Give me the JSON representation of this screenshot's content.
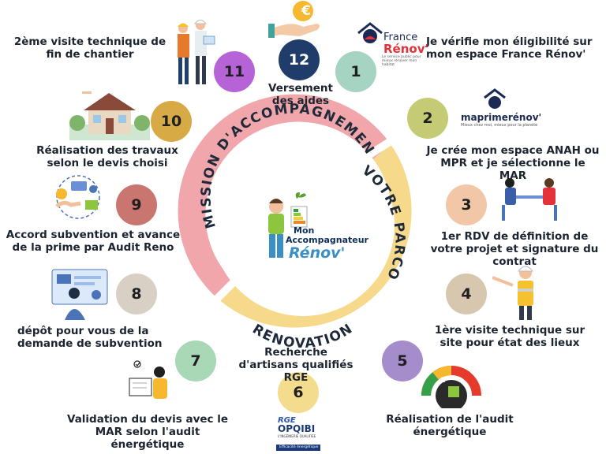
{
  "ring": {
    "arc_top": "MISSION D'ACCOMPAGNEMENT",
    "arc_right": "VOTRE PARCOURS",
    "arc_bottom": "RENOVATION"
  },
  "center_logo": {
    "line1": "Mon",
    "line2": "Accompagnateur",
    "line3": "Rénov'"
  },
  "logos": {
    "france_renov_line1": "France",
    "france_renov_line2": "Rénov'",
    "france_renov_small": "Le service public pour mieux rénover mon habitat",
    "maprime": "maprimerénov'",
    "maprime_small": "Mieux chez moi, mieux pour la planète",
    "rge": "RGE",
    "opqibi": "OPQIBI",
    "opqibi_small": "L'INGÉNIERIE QUALIFIÉE",
    "opqibi_bottom": "Efficacité énergétique"
  },
  "icons": {
    "euro": "€",
    "grades": [
      "A",
      "B",
      "C",
      "D",
      "E"
    ]
  },
  "colors": {
    "pink": "#f0a6aa",
    "yellow": "#f6d98b",
    "mint": "#a6d4c2",
    "olive": "#c5cb74",
    "peach": "#f2c7a8",
    "tan": "#d8c7af",
    "purple": "#a58ccb",
    "navy": "#203c6a",
    "violet": "#b763d8",
    "gold": "#d8aa45",
    "rose": "#c97670",
    "beige": "#d8cfc5",
    "green": "#a8d8b6",
    "cream": "#f4dc8f"
  },
  "steps": [
    {
      "num": "1",
      "text": "Je vérifie mon éligibilité sur mon espace France Rénov'"
    },
    {
      "num": "2",
      "text": "Je crée mon espace ANAH ou MPR et je sélectionne le MAR"
    },
    {
      "num": "3",
      "text": "1er RDV de définition de votre projet et signature du contrat"
    },
    {
      "num": "4",
      "text": "1ère visite technique sur site pour état des lieux"
    },
    {
      "num": "5",
      "text": "Réalisation de l'audit énergétique"
    },
    {
      "num": "6",
      "text": "Recherche d'artisans qualifiés RGE"
    },
    {
      "num": "7",
      "text": "Validation du devis avec le MAR selon l'audit énergétique"
    },
    {
      "num": "8",
      "text": "dépôt pour vous de la demande de subvention"
    },
    {
      "num": "9",
      "text": "Accord subvention et avance de la prime par Audit Reno"
    },
    {
      "num": "10",
      "text": "Réalisation des travaux selon le devis choisi"
    },
    {
      "num": "11",
      "text": "2ème visite technique de fin de chantier"
    },
    {
      "num": "12",
      "text": "Versement des aides"
    }
  ]
}
